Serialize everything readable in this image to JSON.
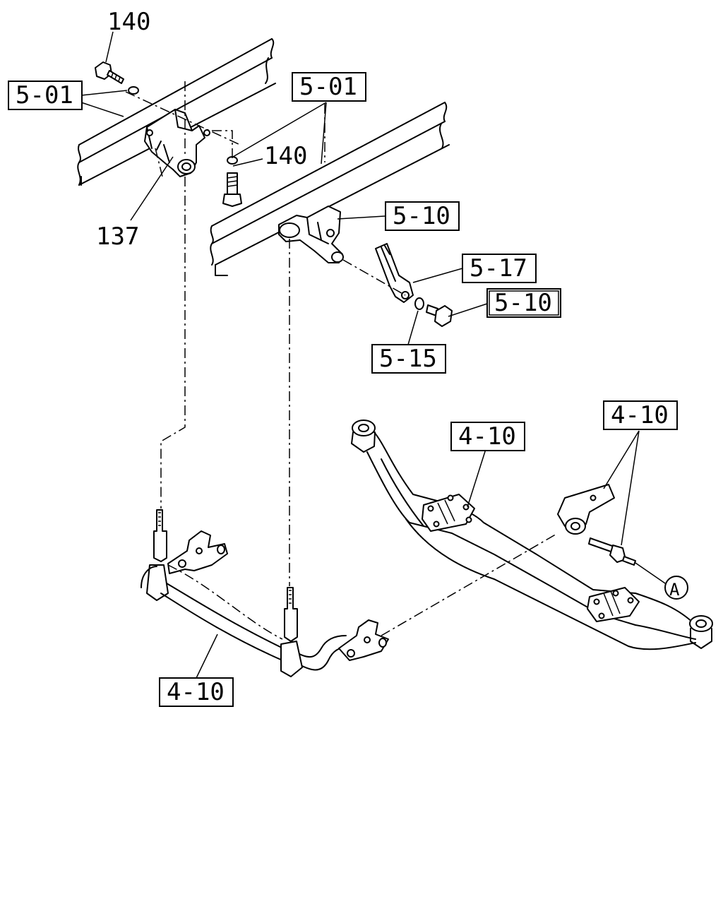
{
  "callouts": {
    "bolt_140_top": "140",
    "bolt_140_mid": "140",
    "bracket_137": "137",
    "frame_5_01_left": "5-01",
    "frame_5_01_right": "5-01",
    "bracket_5_10": "5-10",
    "shackle_5_17": "5-17",
    "bolt_5_10": "5-10",
    "washer_5_15": "5-15",
    "axle_4_10": "4-10",
    "pin_4_10": "4-10",
    "stabilizer_4_10": "4-10",
    "ref_a": "A"
  }
}
